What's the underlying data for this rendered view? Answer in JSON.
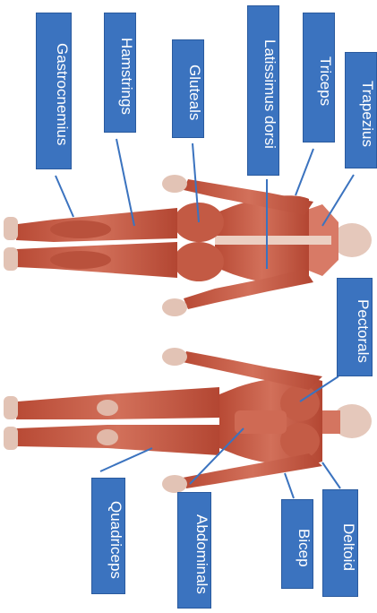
{
  "labels": {
    "gastrocnemius": "Gastrocnemius",
    "hamstrings": "Hamstrings",
    "gluteals": "Gluteals",
    "latissimus_dorsi": "Latissimus dorsi",
    "triceps": "Triceps",
    "trapezius": "Trapezius",
    "pectorals": "Pectorals",
    "deltoid": "Deltoid",
    "bicep": "Bicep",
    "abdominals": "Abdominals",
    "quadriceps": "Quadriceps"
  },
  "colors": {
    "label_fill": "#3b73bf",
    "label_text": "#ffffff",
    "muscle": "#c9604a",
    "muscle_dark": "#a8432f",
    "skin_light": "#e9cfc3",
    "leader_line": "#3b73bf"
  }
}
